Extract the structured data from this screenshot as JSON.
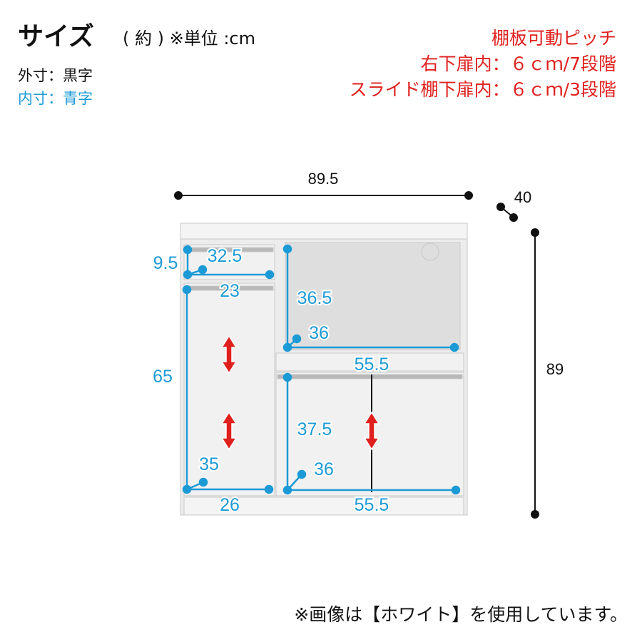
{
  "header": {
    "title": "サイズ",
    "unit_note": "( 約 ) ※単位 :cm",
    "outer_legend": "外寸：黒字",
    "inner_legend": "内寸：青字"
  },
  "shelf_note": {
    "line1": "棚板可動ピッチ",
    "line2": "右下扉内：６ｃｍ/7段階",
    "line3": "スライド棚下扉内：６ｃｍ/3段階"
  },
  "outer_dims": {
    "width": "89.5",
    "depth": "40",
    "height": "89"
  },
  "inner_dims": {
    "drawer": {
      "height": "9.5",
      "depth": "32.5",
      "width": "23"
    },
    "left_door": {
      "height": "65",
      "depth": "35",
      "width": "26"
    },
    "open_shelf": {
      "height": "36.5",
      "depth": "36",
      "width": "55.5"
    },
    "lower_right": {
      "height": "37.5",
      "depth": "36",
      "width": "55.5"
    }
  },
  "colors": {
    "inner": "#1c9ad6",
    "outer": "#111111",
    "note": "#e0201e"
  },
  "footer": "※画像は【ホワイト】を使用しています。"
}
